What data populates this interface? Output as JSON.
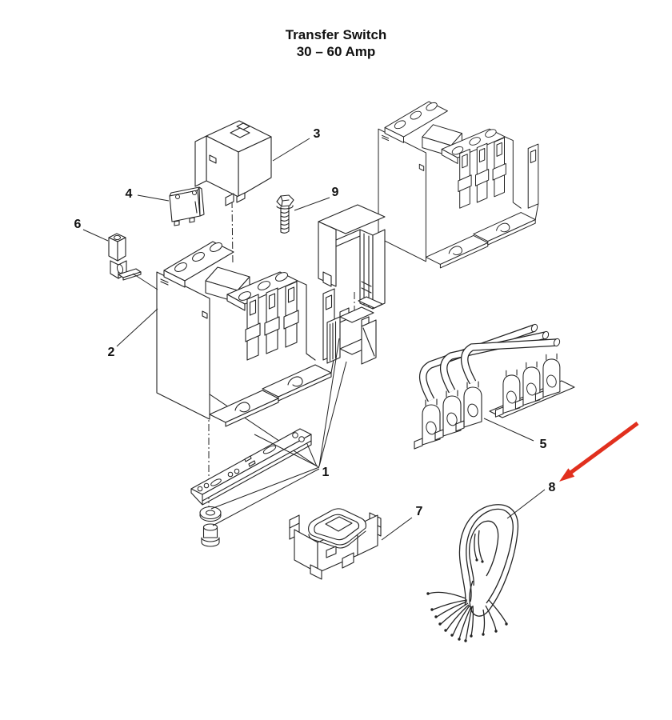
{
  "title": {
    "line1": "Transfer Switch",
    "line2": "30 – 60 Amp"
  },
  "callouts": [
    {
      "label": "1",
      "part": "mounting-rail-and-hardware"
    },
    {
      "label": "2",
      "part": "contactor"
    },
    {
      "label": "3",
      "part": "auxiliary-contact-block"
    },
    {
      "label": "4",
      "part": "mounting-plate"
    },
    {
      "label": "5",
      "part": "bus-bar-assembly"
    },
    {
      "label": "6",
      "part": "terminal-lug"
    },
    {
      "label": "7",
      "part": "coil"
    },
    {
      "label": "8",
      "part": "wiring-harness"
    },
    {
      "label": "9",
      "part": "screw"
    }
  ],
  "annotation_arrow": {
    "color": "#E1301E",
    "points_to": "8"
  },
  "colors": {
    "line": "#232323",
    "background": "#FFFFFF"
  }
}
